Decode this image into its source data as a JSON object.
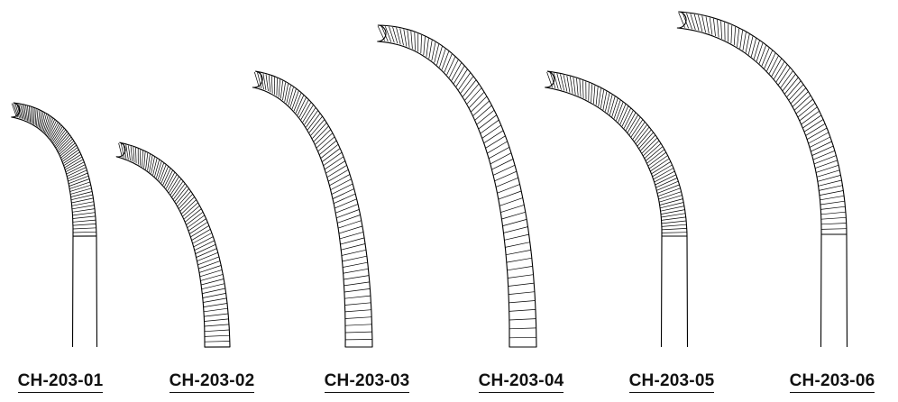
{
  "figure": {
    "items": [
      {
        "code": "CH-203-01"
      },
      {
        "code": "CH-203-02"
      },
      {
        "code": "CH-203-03"
      },
      {
        "code": "CH-203-04"
      },
      {
        "code": "CH-203-05"
      },
      {
        "code": "CH-203-06"
      }
    ]
  },
  "colors": {
    "ink": "#000000",
    "background": "#ffffff"
  }
}
